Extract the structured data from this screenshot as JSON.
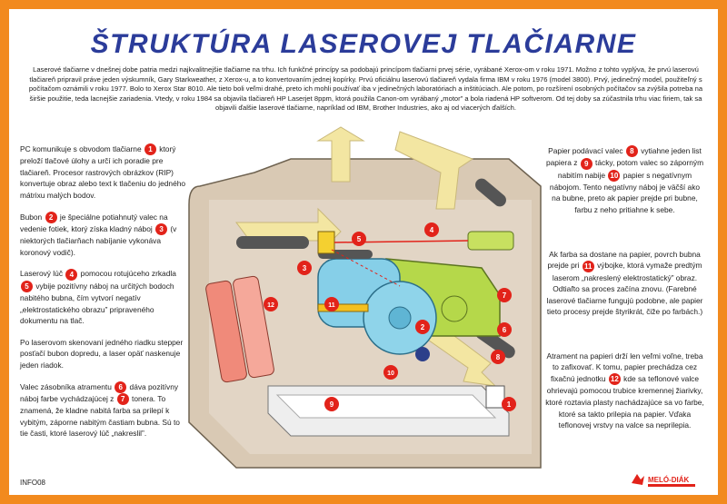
{
  "title": "ŠTRUKTÚRA LASEROVEJ TLAČIARNE",
  "intro": "Laserové tlačiarne v dnešnej dobe patria medzi najkvalitnejšie tlačiarne na trhu. Ich funkčné princípy sa podobajú princípom tlačiarni prvej série, vyrábané Xerox-om v roku 1971. Možno z tohto vyplýva, že prvú laserovú tlačiareň pripravil práve jeden výskumník, Gary Starkweather, z Xerox-u, a to konvertovaním jednej kopírky. Prvú oficiálnu laserovú tlačiareň vydala firma IBM v roku 1976 (model 3800). Prvý, jedinečný model, použiteľný s počítačom oznámili v roku 1977. Bolo to Xerox Star 8010. Ale tieto boli veľmi drahé, preto ich mohli používať iba v jedinečných laboratóriach a inštitúciach. Ale potom, po rozšírení osobných počítačov sa zvýšila potreba na širšie použitie, teda lacnejšie zariadenia. Vtedy, v roku 1984 sa objavila tlačiareň HP Laserjet 8ppm, ktorá použila Canon-om vyrábaný „motor” a bola riadená HP softverom. Od tej doby sa zúčastnila trhu viac firiem, tak sa objavili ďalšie laserové tlačiarne, napríklad od IBM, Brother Industries, ako aj od viacerých ďalších.",
  "left": {
    "p1a": "PC komunikuje s obvodom tlačiarne",
    "b1": "1",
    "p1b": "ktorý preloží tlačové úlohy a určí ich poradie pre tlačiareň. Procesor rastrových obrázkov (RIP) konvertuje obraz alebo text k tlačeniu do jedného mátrixu malých bodov.",
    "p2a": "Bubon",
    "b2": "2",
    "p2b": "je špeciálne potiahnutý valec na vedenie fotiek, ktorý získa kladný náboj",
    "b3": "3",
    "p2c": "(v niektorých tlačiarňach nabíjanie vykonáva koronový vodič).",
    "p3a": "Laserový lúč",
    "b4": "4",
    "p3b": "pomocou rotujúceho zrkadla",
    "b5": "5",
    "p3c": "vybije pozitívny náboj na určitých bodoch nabitého bubna, čím vytvorí negatív „elektrostatického obrazu” pripraveného dokumentu na tlač.",
    "p4": "Po laserovom skenovaní jedného riadku stepper posťačí bubon dopredu, a laser opäť naskenuje jeden riadok.",
    "p5a": "Valec zásobníka atramentu",
    "b6": "6",
    "p5b": "dáva pozitívny náboj farbe vychádzajúcej z",
    "b7": "7",
    "p5c": "tonera. To znamená, že kladne nabitá farba sa prilepí k vybitým, záporne nabitým častiam bubna. Sú to tie časti, ktoré laserový lúč „nakreslil”."
  },
  "right": {
    "p1a": "Papier podávací valec",
    "b8": "8",
    "p1b": "vytiahne jeden list papiera z",
    "b9": "9",
    "p1c": "tácky, potom valec so záporným nabitím nabije",
    "b10": "10",
    "p1d": "papier s negatívnym nábojom. Tento negatívny náboj je väčší ako na bubne, preto ak papier prejde pri bubne, farbu z neho pritiahne k sebe.",
    "p2a": "Ak farba sa dostane na papier, povrch bubna prejde pri",
    "b11": "11",
    "p2b": "výbojke, ktorá vymaže predtým laserom „nakreslený elektrostatický” obraz. Odtiaľto sa proces začína znovu. (Farebné laserové tlačiarne fungujú podobne, ale papier tieto procesy prejde štyrikrát, čiže po farbách.)",
    "p3a": "Atrament na papieri drží len veľmi voľne, treba to zafixovať. K tomu, papier prechádza cez fixačnú jednotku",
    "b12": "12",
    "p3b": "kde sa teflonové valce ohrievajú pomocou trubice kremennej žiarivky, ktoré roztavia plasty nachádzajúce sa vo farbe, ktoré sa takto prilepia na papier. Vďaka teflonovej vrstvy na valce sa neprilepia."
  },
  "code": "INFO08",
  "logo_text": "MELÓ-DIÁK",
  "callouts": [
    "1",
    "2",
    "3",
    "4",
    "5",
    "6",
    "7",
    "8",
    "9",
    "10",
    "11",
    "12"
  ],
  "colors": {
    "frame": "#f28a1e",
    "title": "#2b3c9a",
    "badge": "#e2231a",
    "arrow": "#f3e6a2"
  }
}
